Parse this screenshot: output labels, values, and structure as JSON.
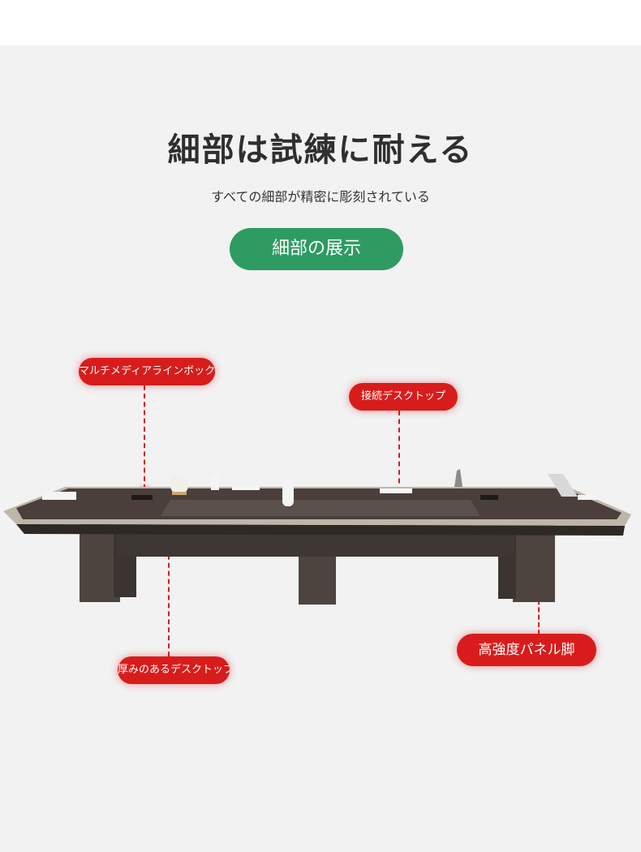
{
  "heading": "細部は試練に耐える",
  "subheading": "すべての細部が精密に彫刻されている",
  "section_button": "細部の展示",
  "callouts": {
    "multimedia_box": "マルチメディアラインボックス",
    "connected_desktop": "接続デスクトップ",
    "thick_desktop": "厚みのあるデスクトップ",
    "panel_legs": "高強度パネル脚"
  },
  "colors": {
    "accent_green": "#2e9b63",
    "callout_red": "#d81c1c",
    "table_wood": "#4a3f3b",
    "table_edge": "#bfb6aa"
  }
}
